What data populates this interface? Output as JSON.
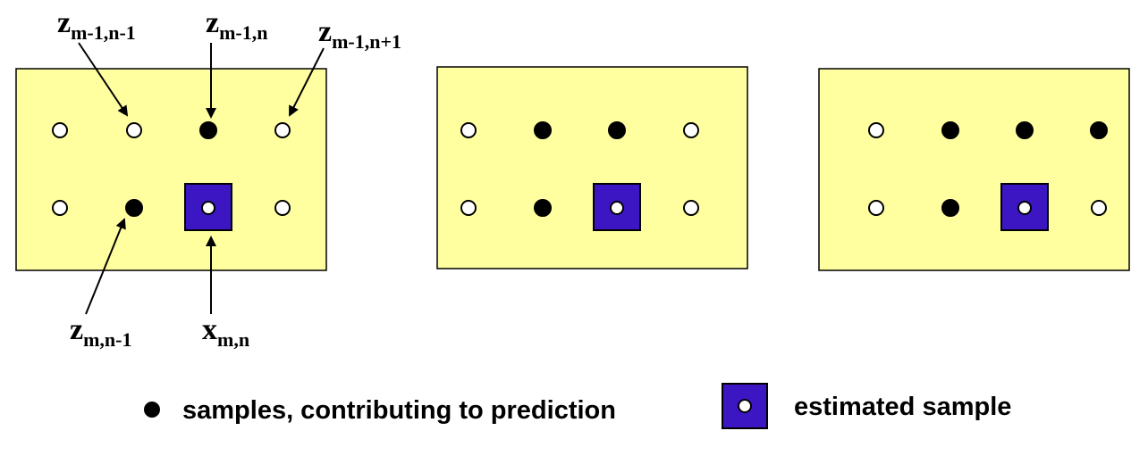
{
  "colors": {
    "panel_fill": "#ffffa0",
    "panel_stroke": "#000000",
    "estimated_fill": "#3d16c4",
    "open_sample_fill": "#ffffff",
    "contributing_sample_fill": "#000000"
  },
  "labels": {
    "z_top_left": {
      "main": "z",
      "sub": "m-1,n-1"
    },
    "z_top_mid": {
      "main": "z",
      "sub": "m-1,n"
    },
    "z_top_right": {
      "main": "z",
      "sub": "m-1,n+1"
    },
    "z_bottom_left": {
      "main": "z",
      "sub": "m,n-1"
    },
    "x_bottom": {
      "main": "x",
      "sub": "m,n"
    }
  },
  "panels": [
    {
      "rows": [
        [
          "open",
          "open",
          "contributing",
          "open"
        ],
        [
          "open",
          "contributing",
          "estimated",
          "open"
        ]
      ]
    },
    {
      "rows": [
        [
          "open",
          "contributing",
          "contributing",
          "open"
        ],
        [
          "open",
          "contributing",
          "estimated",
          "open"
        ]
      ]
    },
    {
      "rows": [
        [
          "open",
          "contributing",
          "contributing",
          "contributing"
        ],
        [
          "open",
          "contributing",
          "estimated",
          "open"
        ]
      ]
    }
  ],
  "legend": {
    "contributing_label": "samples, contributing to prediction",
    "estimated_label": "estimated sample"
  }
}
